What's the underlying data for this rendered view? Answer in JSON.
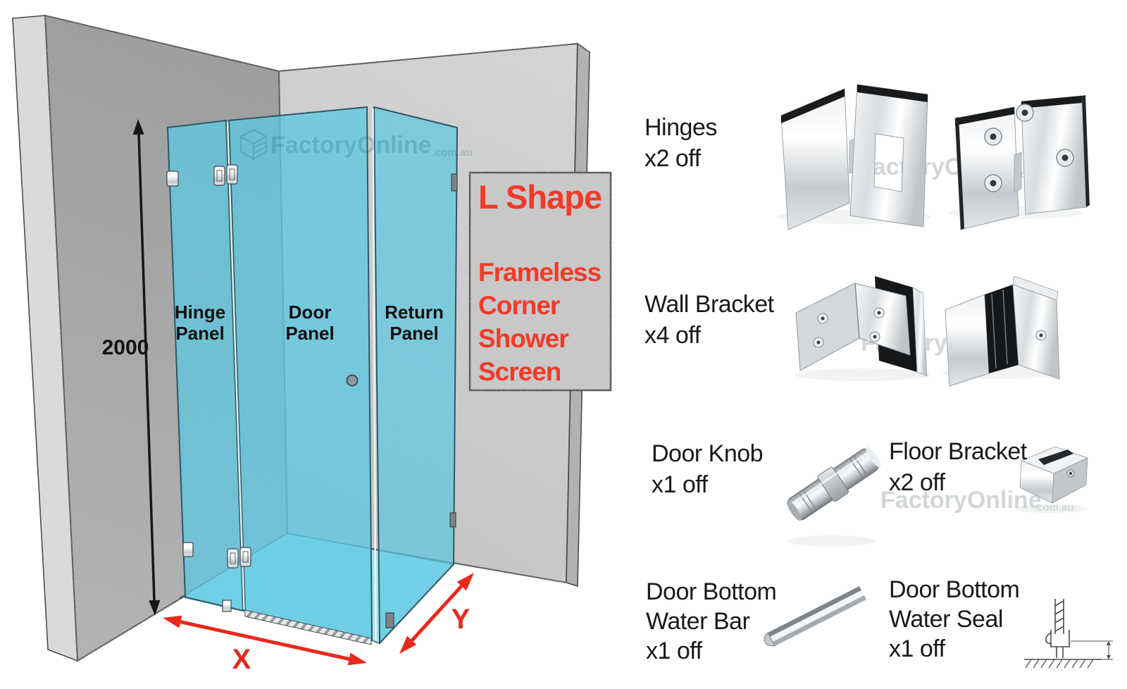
{
  "title_box": {
    "title": "L Shape",
    "lines": [
      "Frameless",
      "Corner",
      "Shower",
      "Screen"
    ]
  },
  "diagram": {
    "panels": [
      {
        "line1": "Hinge",
        "line2": "Panel"
      },
      {
        "line1": "Door",
        "line2": "Panel"
      },
      {
        "line1": "Return",
        "line2": "Panel"
      }
    ],
    "height_label": "2000",
    "width_label": "X",
    "depth_label": "Y"
  },
  "parts": [
    {
      "name": "Hinges",
      "qty": "x2 off"
    },
    {
      "name": "Wall Bracket",
      "qty": "x4 off"
    },
    {
      "name": "Door Knob",
      "qty": "x1 off"
    },
    {
      "name": "Floor Bracket",
      "qty": "x2 off"
    },
    {
      "line1": "Door Bottom",
      "line2": "Water Bar",
      "line3": "x1 off"
    },
    {
      "line1": "Door Bottom",
      "line2": "Water Seal",
      "line3": "x1 off"
    }
  ],
  "watermark": {
    "text": "FactoryOnline",
    "suffix": ".com.au"
  },
  "colors": {
    "accent_red": "#e8291b",
    "title_red": "#f23a28",
    "glass": "#5dc8e2",
    "floor_tint": "#a8e1ec",
    "wall_dark": "#a7a7a7",
    "wall_light": "#cfcfcf",
    "label_black": "#141414",
    "watermark_glass": "#155e70",
    "watermark_light": "#d3d6d8"
  }
}
